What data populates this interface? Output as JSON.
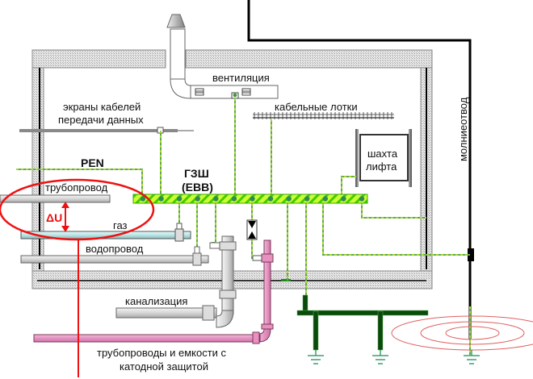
{
  "diagram": {
    "title": "Equipotential bonding scheme",
    "labels": {
      "ventilation": "вентиляция",
      "cable_screens_line1": "экраны кабелей",
      "cable_screens_line2": "передачи данных",
      "cable_trays": "кабельные лотки",
      "elevator_line1": "шахта",
      "elevator_line2": "лифта",
      "pen": "PEN",
      "busbar_line1": "ГЗШ",
      "busbar_line2": "(EBB)",
      "pipeline": "трубопровод",
      "delta_u": "ΔU",
      "gas": "газ",
      "water": "водопровод",
      "sewer": "канализация",
      "cathodic_line1": "трубопроводы и емкости с",
      "cathodic_line2": "катодной защитой",
      "lightning": "молниеотвод"
    },
    "colors": {
      "bonding_conductor": "#5aaa5a",
      "bonding_stripe": "#ffff00",
      "busbar_fill": "#ccff33",
      "busbar_stripe": "#33cc00",
      "busbar_dot": "#2e8b57",
      "wall_fill": "#d8d8d8",
      "pipe_gray": "#d0d0d0",
      "gas_pipe": "#b8e4e6",
      "cathodic_pipe": "#e890c0",
      "earth_electrode": "#0a4a0a",
      "potential_rings": "#e06060",
      "highlight": "#ee1111"
    },
    "busbar_terminal_count": 13,
    "potential_ring_count": 3,
    "ground_symbol_count": 3
  }
}
